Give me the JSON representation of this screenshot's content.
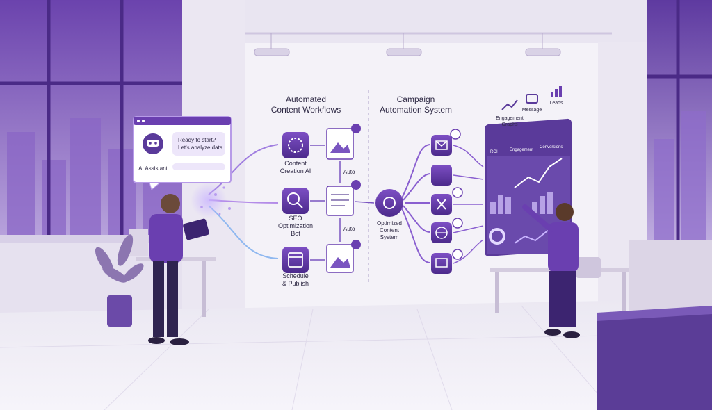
{
  "assistant_popup": {
    "label": "AI Assistant",
    "bubble_line1": "Ready to start?",
    "bubble_line2": "Let's analyze data."
  },
  "sections": {
    "workflows_line1": "Automated",
    "workflows_line2": "Content Workflows",
    "campaign_line1": "Campaign",
    "campaign_line2": "Automation System"
  },
  "nodes": {
    "content_ai_line1": "Content",
    "content_ai_line2": "Creation AI",
    "seo_line1": "SEO",
    "seo_line2": "Optimization",
    "seo_line3": "Bot",
    "schedule_line1": "Schedule",
    "schedule_line2": "& Publish",
    "auto_1": "Auto",
    "auto_2": "Auto",
    "optimized_line1": "Optimized",
    "optimized_line2": "Content",
    "optimized_line3": "System"
  },
  "metrics": {
    "engagement_line1": "Engagement",
    "engagement_line2": "Graphs",
    "message": "Message",
    "leads": "Leads"
  },
  "dashboard": {
    "tab_roi": "ROI",
    "tab_engagement": "Engagement",
    "tab_conversions": "Conversions"
  },
  "colors": {
    "accent": "#6a3fb0",
    "accent_dark": "#3c2470",
    "wall": "#f3f1f8",
    "window": "#7a55b8"
  },
  "icons": [
    "robot-icon",
    "ai-gear-icon",
    "seo-magnifier-icon",
    "calendar-icon",
    "mail-icon",
    "facebook-icon",
    "x-icon",
    "globe-icon",
    "web-ad-icon",
    "messenger-icon",
    "chart-up-icon",
    "chat-icon",
    "bar-chart-icon"
  ]
}
